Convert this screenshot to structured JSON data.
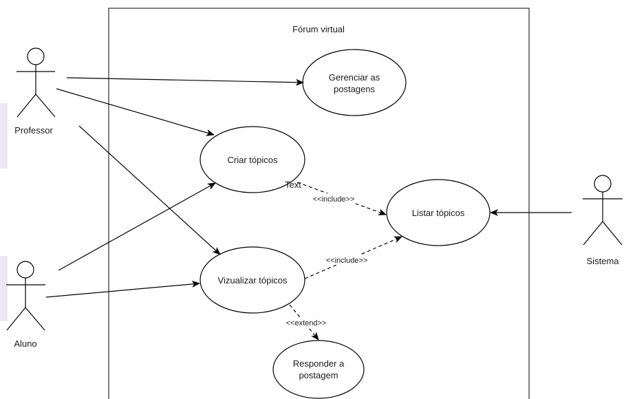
{
  "diagram": {
    "system_title": "Fórum virtual",
    "actors": {
      "professor": "Professor",
      "aluno": "Aluno",
      "sistema": "Sistema"
    },
    "use_cases": {
      "gerenciar": [
        "Gerenciar as",
        "postagens"
      ],
      "criar": "Criar tópicos",
      "listar": "Listar tópicos",
      "visualizar": "Vizualizar tópicos",
      "responder": [
        "Responder a",
        "postagem"
      ]
    },
    "relations": {
      "include_1": "<<include>>",
      "include_2": "<<include>>",
      "extend": "<<extend>>"
    },
    "stray_text": "Text"
  }
}
